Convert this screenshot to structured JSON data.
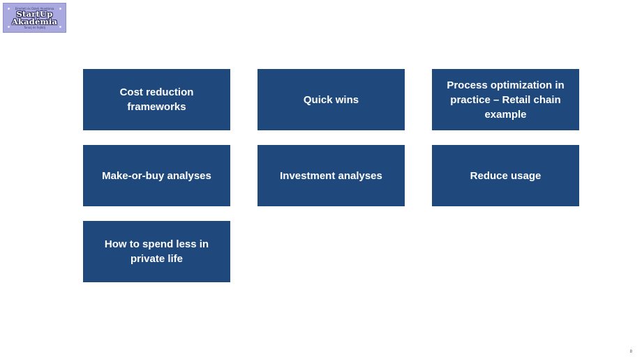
{
  "logo": {
    "top_line": "Elméleti és Üzleti Akadémia",
    "line1": "StartUp",
    "line2": "Akadémia",
    "bottom_line": "Tanulj és fejlődj"
  },
  "tiles": [
    {
      "label": "Cost reduction frameworks"
    },
    {
      "label": "Quick wins"
    },
    {
      "label": "Process optimization in practice – Retail chain example"
    },
    {
      "label": "Make-or-buy analyses"
    },
    {
      "label": "Investment analyses"
    },
    {
      "label": "Reduce usage"
    },
    {
      "label": "How to spend less in private life"
    }
  ],
  "page_number": "8",
  "colors": {
    "tile_bg": "#1f497d",
    "tile_text": "#ffffff",
    "logo_bg": "#a9a9df"
  }
}
